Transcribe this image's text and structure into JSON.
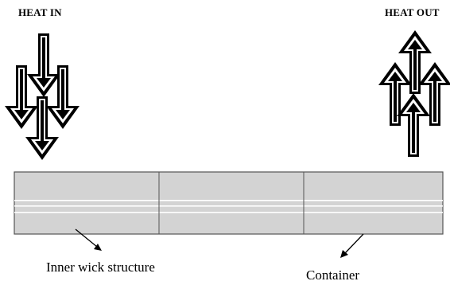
{
  "labels": {
    "heat_in": "HEAT IN",
    "heat_out": "HEAT OUT",
    "inner_wick": "Inner wick structure",
    "container": "Container"
  },
  "colors": {
    "ink": "#000000",
    "pipe_fill": "#d3d3d3",
    "pipe_stripe": "#ffffff",
    "pipe_border": "#555555"
  },
  "icons": {
    "heat_in": "down-arrow-icon",
    "heat_out": "up-arrow-icon"
  }
}
